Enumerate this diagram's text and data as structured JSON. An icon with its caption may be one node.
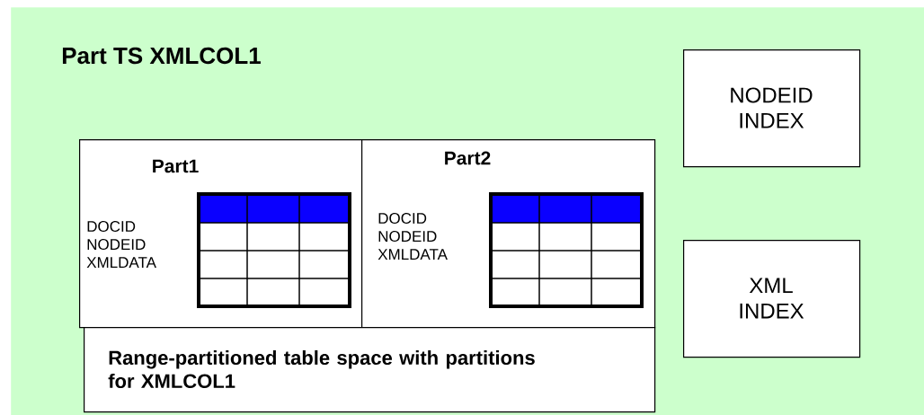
{
  "diagram": {
    "nodes": [
      {
        "text": [
          "Part TS XMLCOL1"
        ]
      },
      {
        "text": [
          "Part1",
          "DOCID NODEID XMLDATA"
        ],
        "in": 0
      },
      {
        "text": [
          "Part2",
          "DOCID NODEID XMLDATA"
        ],
        "in": 0
      },
      {
        "text": [
          "Range-partitioned table space with partitions for XMLCOL1"
        ],
        "in": 0
      },
      {
        "text": [
          "NODEID INDEX"
        ],
        "in": 0
      },
      {
        "text": [
          "XML INDEX"
        ],
        "in": 0
      }
    ]
  }
}
